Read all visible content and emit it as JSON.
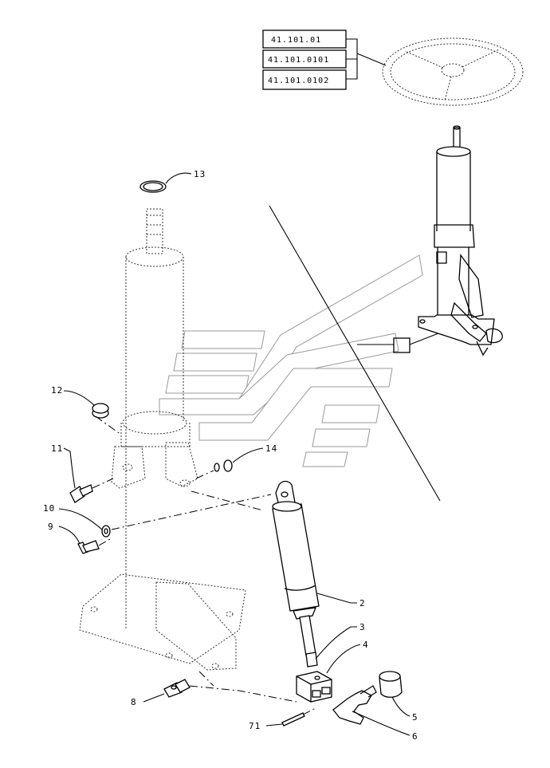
{
  "reference_boxes": [
    "41.101.01",
    "41.101.0101",
    "41.101.0102"
  ],
  "callouts": {
    "c13": "13",
    "c12": "12",
    "c11": "11",
    "c10": "10",
    "c9": "9",
    "c14": "14",
    "c2": "2",
    "c3": "3",
    "c4": "4",
    "c5": "5",
    "c6": "6",
    "c8": "8",
    "c71": "71"
  }
}
